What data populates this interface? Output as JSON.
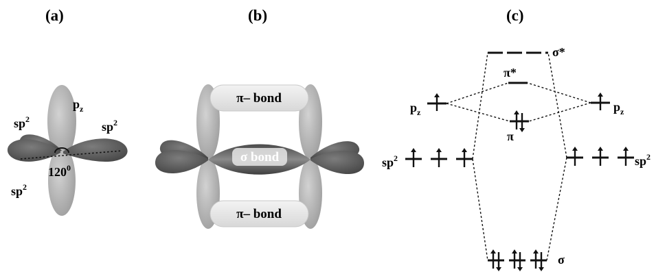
{
  "panels": {
    "a": {
      "label": "(a)",
      "pz": "p",
      "pz_sub": "z",
      "sp2_left": "sp",
      "sp2_left_sup": "2",
      "sp2_right": "sp",
      "sp2_right_sup": "2",
      "sp2_bottom": "sp",
      "sp2_bottom_sup": "2",
      "angle": "120",
      "angle_sup": "0"
    },
    "b": {
      "label": "(b)",
      "pi_bond_top": "π– bond",
      "sigma_bond": "σ bond",
      "pi_bond_bottom": "π– bond"
    },
    "c": {
      "label": "(c)",
      "sigma_star": "σ*",
      "pi_star": "π*",
      "pz_left": "p",
      "pz_left_sub": "z",
      "pz_right": "p",
      "pz_right_sub": "z",
      "pi": "π",
      "sp2_left": "sp",
      "sp2_left_sup": "2",
      "sp2_right": "sp",
      "sp2_right_sup": "2",
      "sigma": "σ"
    }
  },
  "colors": {
    "lobe_light": "#b4b4b4",
    "lobe_dark": "#5e5e5e",
    "bond_fill": "#e9e9e9",
    "line": "#111111"
  }
}
